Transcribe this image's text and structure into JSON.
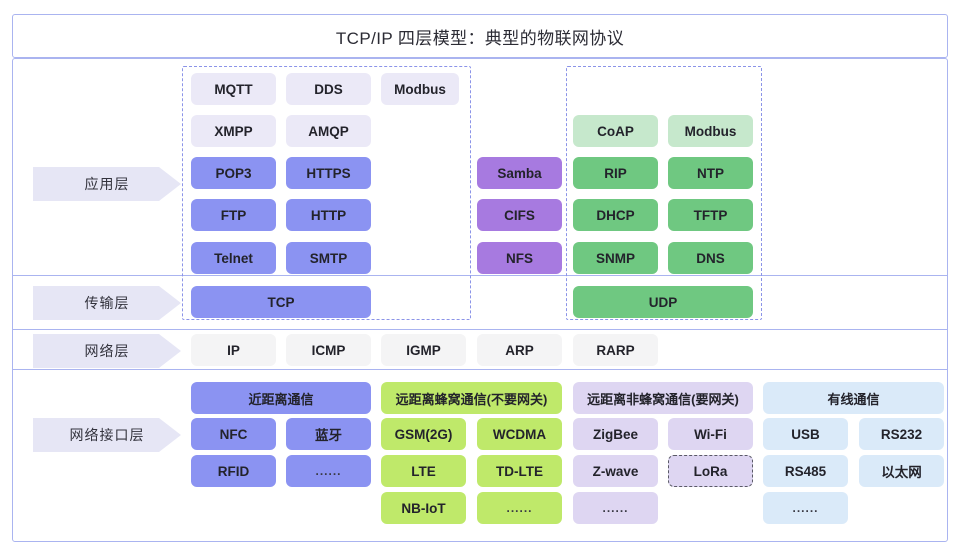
{
  "title": "TCP/IP 四层模型：典型的物联网协议",
  "colors": {
    "frame_border": "#aab4f0",
    "dash_border": "#8b93e8",
    "layer_label_bg": "#e6e6f5",
    "lavender_pale": "#ebe9f7",
    "blue": "#8b93f2",
    "purple": "#a77ae0",
    "green_pale": "#c6e8cc",
    "green": "#6fc881",
    "grey": "#f4f4f5",
    "lime": "#bfe96a",
    "lilac": "#ded6f2",
    "ice": "#daeaf9"
  },
  "layers": [
    {
      "name": "application",
      "label": "应用层"
    },
    {
      "name": "transport",
      "label": "传输层"
    },
    {
      "name": "network",
      "label": "网络层"
    },
    {
      "name": "link",
      "label": "网络接口层"
    }
  ],
  "application": {
    "col1": [
      "MQTT",
      "XMPP",
      "POP3",
      "FTP",
      "Telnet"
    ],
    "col2": [
      "DDS",
      "AMQP",
      "HTTPS",
      "HTTP",
      "SMTP"
    ],
    "col3": [
      "Modbus"
    ],
    "col4": [
      "Samba",
      "CIFS",
      "NFS"
    ],
    "col5": [
      "CoAP",
      "RIP",
      "DHCP",
      "SNMP"
    ],
    "col6": [
      "Modbus",
      "NTP",
      "TFTP",
      "DNS"
    ]
  },
  "transport": {
    "tcp": "TCP",
    "udp": "UDP"
  },
  "network": [
    "IP",
    "ICMP",
    "IGMP",
    "ARP",
    "RARP"
  ],
  "link": {
    "groups": [
      {
        "header": "近距离通信",
        "style": "blue"
      },
      {
        "header": "远距离蜂窝通信(不要网关)",
        "style": "lime"
      },
      {
        "header": "远距离非蜂窝通信(要网关)",
        "style": "lilac"
      },
      {
        "header": "有线通信",
        "style": "ice"
      }
    ],
    "col1": [
      "NFC",
      "RFID"
    ],
    "col2": [
      "蓝牙",
      "......"
    ],
    "col3": [
      "GSM(2G)",
      "LTE",
      "NB-IoT"
    ],
    "col4": [
      "WCDMA",
      "TD-LTE",
      "......"
    ],
    "col5": [
      "ZigBee",
      "Z-wave",
      "......"
    ],
    "col6": [
      "Wi-Fi",
      "LoRa"
    ],
    "col7": [
      "USB",
      "RS485",
      "......"
    ],
    "col8": [
      "RS232",
      "以太网"
    ]
  }
}
